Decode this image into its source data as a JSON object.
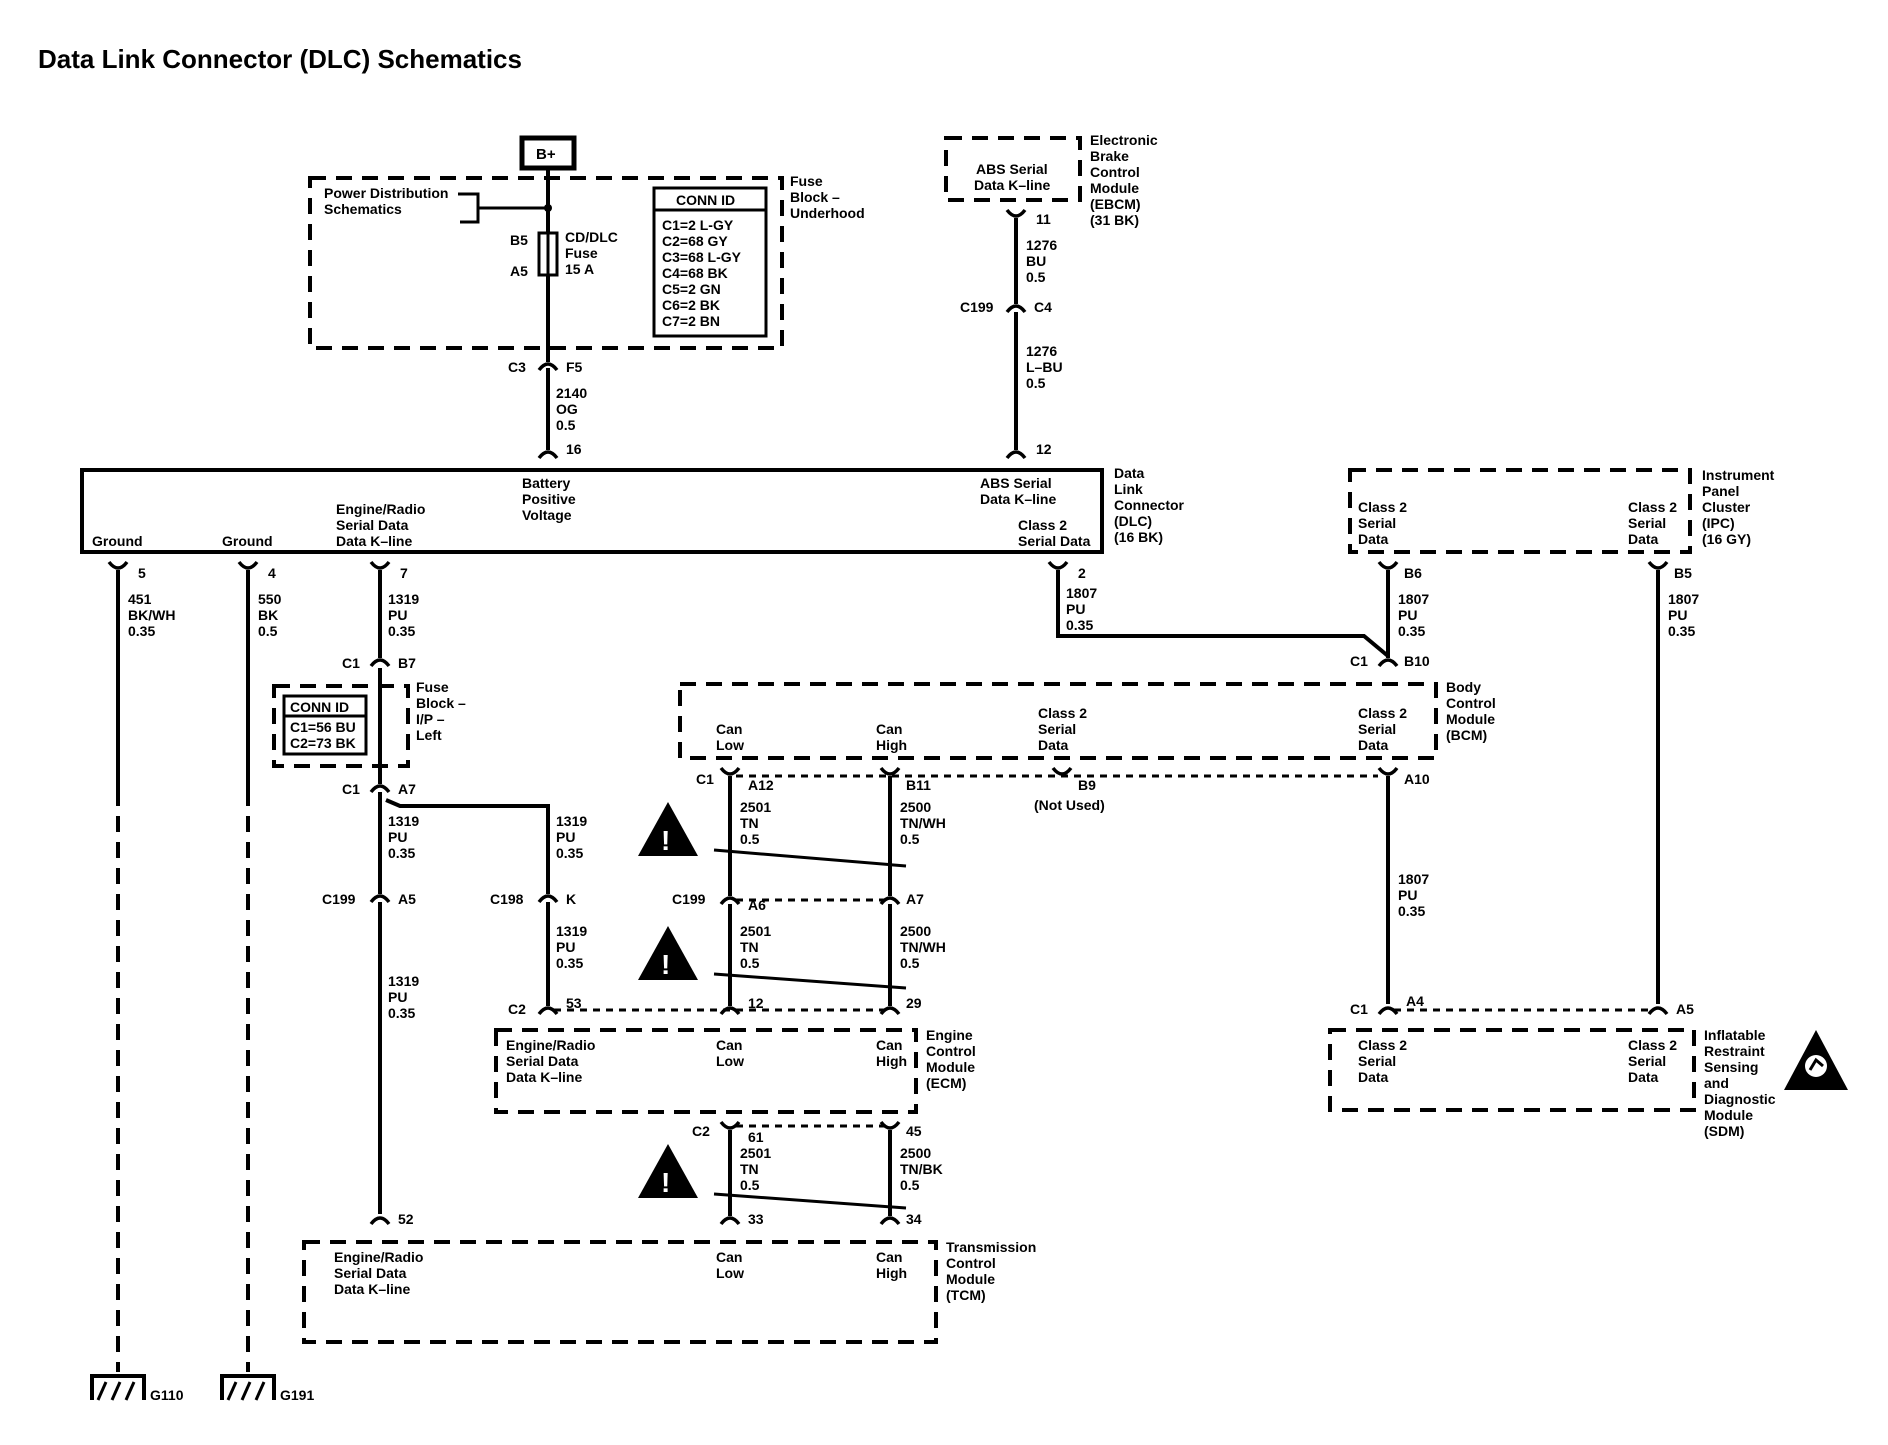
{
  "title": "Data Link Connector (DLC) Schematics",
  "b_plus": "B+",
  "power_dist": [
    "Power Distribution",
    "Schematics"
  ],
  "fuse": {
    "pin_top": "B5",
    "pin_bottom": "A5",
    "name": [
      "CD/DLC",
      "Fuse",
      "15 A"
    ]
  },
  "underhood_conn": {
    "header": "CONN ID",
    "rows": [
      "C1=2 L-GY",
      "C2=68 GY",
      "C3=68 L-GY",
      "C4=68 BK",
      "C5=2 GN",
      "C6=2 BK",
      "C7=2 BN"
    ]
  },
  "underhood_name": [
    "Fuse",
    "Block –",
    "Underhood"
  ],
  "c3": "C3",
  "f5": "F5",
  "wire_2140": [
    "2140",
    "OG",
    "0.5"
  ],
  "pin16": "16",
  "ebcm_box": [
    "ABS Serial",
    "Data K–line"
  ],
  "ebcm_name": [
    "Electronic",
    "Brake",
    "Control",
    "Module",
    "(EBCM)",
    "(31 BK)"
  ],
  "pin11": "11",
  "wire_1276_bu": [
    "1276",
    "BU",
    "0.5"
  ],
  "c199": "C199",
  "c4": "C4",
  "wire_1276_lbu": [
    "1276",
    "L–BU",
    "0.5"
  ],
  "pin12": "12",
  "dlc": {
    "name": [
      "Data",
      "Link",
      "Connector",
      "(DLC)",
      "(16 BK)"
    ],
    "battery": [
      "Battery",
      "Positive",
      "Voltage"
    ],
    "abs": [
      "ABS Serial",
      "Data K–line"
    ],
    "class2": [
      "Class 2",
      "Serial Data"
    ],
    "ground": "Ground",
    "engine_radio": [
      "Engine/Radio",
      "Serial Data",
      "Data K–line"
    ]
  },
  "pins_dlc": {
    "p5": "5",
    "p4": "4",
    "p7": "7",
    "p2": "2"
  },
  "wire_451": [
    "451",
    "BK/WH",
    "0.35"
  ],
  "wire_550": [
    "550",
    "BK",
    "0.5"
  ],
  "wire_1319": [
    "1319",
    "PU",
    "0.35"
  ],
  "wire_1807": [
    "1807",
    "PU",
    "0.35"
  ],
  "c1": "C1",
  "b7": "B7",
  "a7": "A7",
  "ip_conn": {
    "header": "CONN ID",
    "rows": [
      "C1=56 BU",
      "C2=73 BK"
    ]
  },
  "ip_name": [
    "Fuse",
    "Block –",
    "I/P –",
    "Left"
  ],
  "c199_a5": "A5",
  "c198": "C198",
  "k": "K",
  "ipc": {
    "box": [
      "Class 2",
      "Serial",
      "Data"
    ],
    "name": [
      "Instrument",
      "Panel",
      "Cluster",
      "(IPC)",
      "(16 GY)"
    ],
    "b6": "B6",
    "b5": "B5"
  },
  "bcm": {
    "name": [
      "Body",
      "Control",
      "Module",
      "(BCM)"
    ],
    "can_low": [
      "Can",
      "Low"
    ],
    "can_high": [
      "Can",
      "High"
    ],
    "class2": [
      "Class 2",
      "Serial",
      "Data"
    ],
    "b10": "B10",
    "a12": "A12",
    "b11": "B11",
    "b9": "B9",
    "not_used": "(Not Used)",
    "a10": "A10"
  },
  "wire_2501": [
    "2501",
    "TN",
    "0.5"
  ],
  "wire_2500": [
    "2500",
    "TN/WH",
    "0.5"
  ],
  "wire_2500_bk": [
    "2500",
    "TN/BK",
    "0.5"
  ],
  "a6": "A6",
  "a7b": "A7",
  "c2": "C2",
  "p53": "53",
  "p12": "12",
  "p29": "29",
  "p61": "61",
  "p45": "45",
  "ecm": {
    "name": [
      "Engine",
      "Control",
      "Module",
      "(ECM)"
    ],
    "er": [
      "Engine/Radio",
      "Serial Data",
      "Data K–line"
    ],
    "can_low": [
      "Can",
      "Low"
    ],
    "can_high": [
      "Can",
      "High"
    ]
  },
  "tcm": {
    "name": [
      "Transmission",
      "Control",
      "Module",
      "(TCM)"
    ],
    "er": [
      "Engine/Radio",
      "Serial Data",
      "Data K–line"
    ],
    "can_low": [
      "Can",
      "Low"
    ],
    "can_high": [
      "Can",
      "High"
    ]
  },
  "p52": "52",
  "p33": "33",
  "p34": "34",
  "sdm": {
    "box": [
      "Class 2",
      "Serial",
      "Data"
    ],
    "name": [
      "Inflatable",
      "Restraint",
      "Sensing",
      "and",
      "Diagnostic",
      "Module",
      "(SDM)"
    ],
    "a4": "A4",
    "a5": "A5"
  },
  "g110": "G110",
  "g191": "G191",
  "warning_glyph": "!"
}
